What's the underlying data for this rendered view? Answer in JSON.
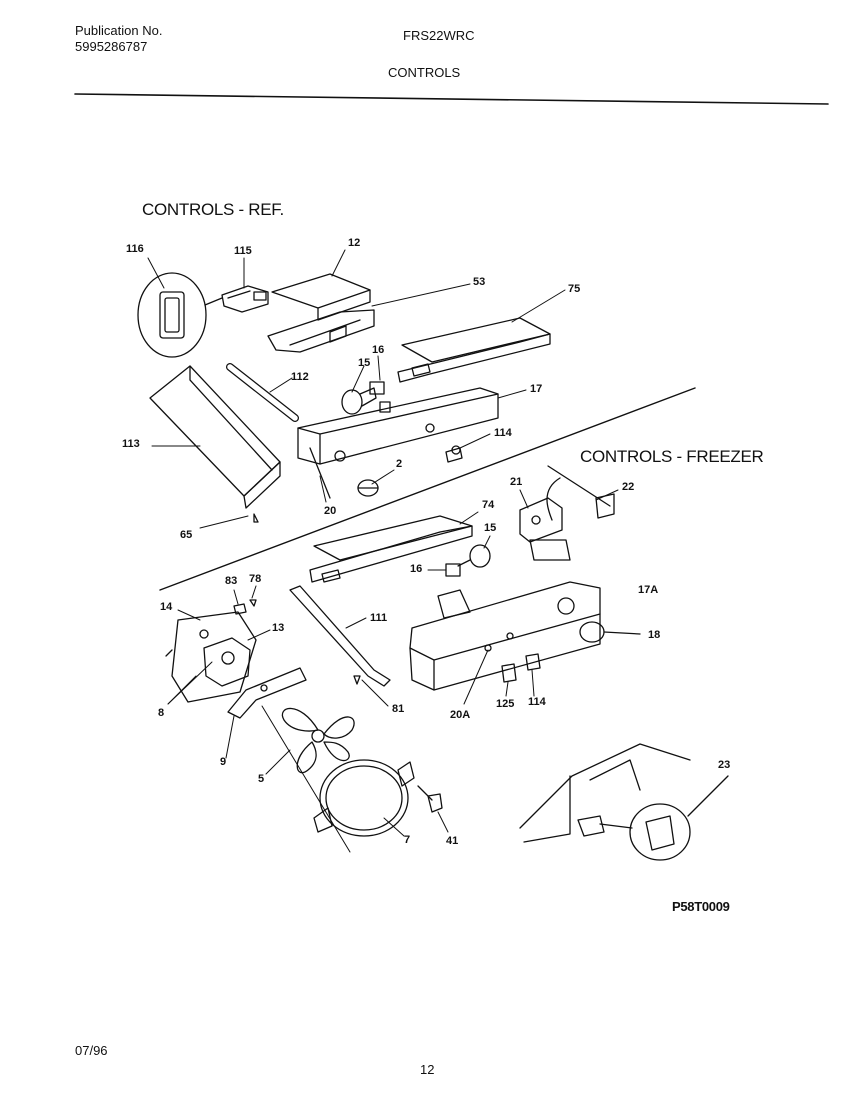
{
  "header": {
    "publication_label": "Publication No.",
    "publication_number": "5995286787",
    "model": "FRS22WRC",
    "page_title": "CONTROLS"
  },
  "sections": {
    "ref_title": "CONTROLS - REF.",
    "freezer_title": "CONTROLS - FREEZER"
  },
  "part_numbers": {
    "p116": "116",
    "p115": "115",
    "p12": "12",
    "p53": "53",
    "p75": "75",
    "p112": "112",
    "p15a": "15",
    "p16a": "16",
    "p17": "17",
    "p113": "113",
    "p114a": "114",
    "p2": "2",
    "p20": "20",
    "p65": "65",
    "p21": "21",
    "p22": "22",
    "p74": "74",
    "p15b": "15",
    "p16b": "16",
    "p17A": "17A",
    "p18": "18",
    "p83": "83",
    "p78": "78",
    "p14": "14",
    "p111": "111",
    "p13": "13",
    "p8": "8",
    "p81": "81",
    "p20A": "20A",
    "p125": "125",
    "p114b": "114",
    "p9": "9",
    "p5": "5",
    "p23": "23",
    "p7": "7",
    "p41": "41"
  },
  "diagram_code": "P58T0009",
  "footer": {
    "date": "07/96",
    "page_number": "12"
  }
}
